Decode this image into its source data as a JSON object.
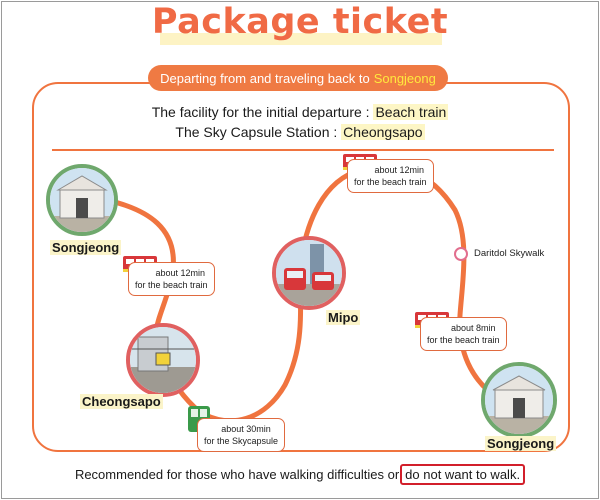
{
  "header": {
    "title": "Package ticket",
    "banner_prefix": "Departing from and traveling back to",
    "banner_highlight": "Songjeong"
  },
  "facility": {
    "line1_label": "The facility for the initial departure :",
    "line1_value": "Beach train",
    "line2_label": "The Sky Capsule Station  :",
    "line2_value": "Cheongsapo"
  },
  "stations": {
    "start": "Songjeong",
    "cheongsapo": "Cheongsapo",
    "mipo": "Mipo",
    "end": "Songjeong",
    "skywalk": "Daritdol Skywalk"
  },
  "segments": {
    "seg1_line1": "about 12min",
    "seg1_line2": "for the beach train",
    "seg2_line1": "about 30min",
    "seg2_line2": "for the Skycapsule",
    "seg3_line1": "about 12min",
    "seg3_line2": "for the beach train",
    "seg4_line1": "about 8min",
    "seg4_line2": "for the beach train"
  },
  "footer": {
    "text": "Recommended for those who have walking difficulties or",
    "boxed": "do not want to walk."
  },
  "colors": {
    "accent": "#f06a45",
    "route": "#f0743f",
    "station_green": "#6fa86d",
    "station_red": "#e06060",
    "highlight": "#fdf6c5"
  }
}
